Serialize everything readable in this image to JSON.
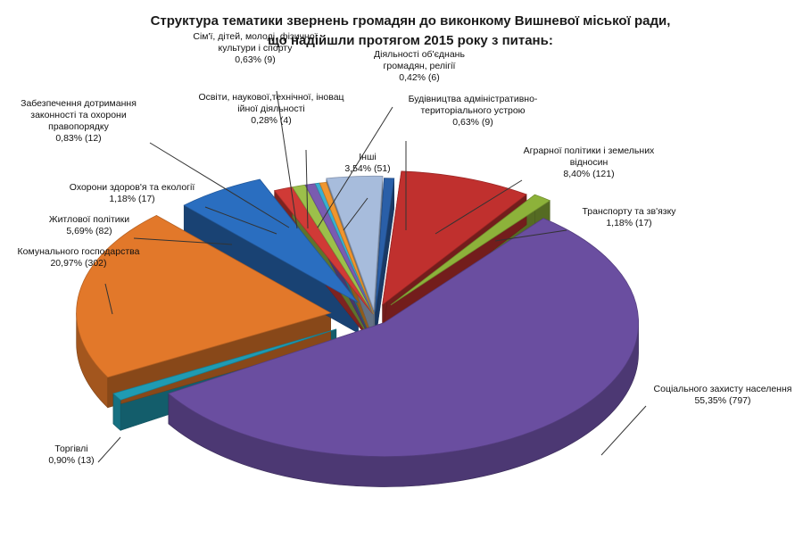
{
  "chart_data": {
    "type": "pie",
    "title": [
      "Структура тематики звернень громадян до виконкому Вишневої міської ради,",
      "що надійшли протягом 2015 року з питань:"
    ],
    "slices": [
      {
        "key": "budivnytstvo",
        "label": [
          "Будівництва адміністративно-",
          "територіального устрою"
        ],
        "value_text": "0,63% (9)",
        "percent": 0.63,
        "count": 9,
        "color": "#2a5fa8"
      },
      {
        "key": "ahrarna",
        "label": [
          "Аграрної політики і земельних",
          "відносин"
        ],
        "value_text": "8,40% (121)",
        "percent": 8.4,
        "count": 121,
        "color": "#c0302e"
      },
      {
        "key": "transport",
        "label": [
          "Транспорту та зв'язку"
        ],
        "value_text": "1,18% (17)",
        "percent": 1.18,
        "count": 17,
        "color": "#8db23a"
      },
      {
        "key": "sotsialnyi",
        "label": [
          "Соціального захисту населення"
        ],
        "value_text": "55,35% (797)",
        "percent": 55.35,
        "count": 797,
        "color": "#6a4ea0"
      },
      {
        "key": "torhivli",
        "label": [
          "Торгівлі"
        ],
        "value_text": "0,90% (13)",
        "percent": 0.9,
        "count": 13,
        "color": "#1f9bb3"
      },
      {
        "key": "komunalne",
        "label": [
          "Комунального господарства"
        ],
        "value_text": "20,97% (302)",
        "percent": 20.97,
        "count": 302,
        "color": "#e2782a"
      },
      {
        "key": "zhytlova",
        "label": [
          "Житлової політики"
        ],
        "value_text": "5,69% (82)",
        "percent": 5.69,
        "count": 82,
        "color": "#2a6ec0"
      },
      {
        "key": "okhorona_zdorovia",
        "label": [
          "Охорони здоров'я та екології"
        ],
        "value_text": "1,18% (17)",
        "percent": 1.18,
        "count": 17,
        "color": "#d03a36"
      },
      {
        "key": "zakonnist",
        "label": [
          "Забезпечення дотримання",
          "законності та охорони",
          "правопорядку"
        ],
        "value_text": "0,83% (12)",
        "percent": 0.83,
        "count": 12,
        "color": "#9cc04a"
      },
      {
        "key": "simi",
        "label": [
          "Сім'ї, дітей, молоді, фізичної",
          "культури і спорту"
        ],
        "value_text": "0,63% (9)",
        "percent": 0.63,
        "count": 9,
        "color": "#7a5bb0"
      },
      {
        "key": "osvity",
        "label": [
          "Освіти, наукової,технічної, іновац",
          "ійної діяльності"
        ],
        "value_text": "0,28% (4)",
        "percent": 0.28,
        "count": 4,
        "color": "#3aaed0"
      },
      {
        "key": "diialnosti",
        "label": [
          "Діяльності об'єднань",
          "громадян, релігії"
        ],
        "value_text": "0,42% (6)",
        "percent": 0.42,
        "count": 6,
        "color": "#f0962e"
      },
      {
        "key": "inshi",
        "label": [
          "Інші"
        ],
        "value_text": "3,54% (51)",
        "percent": 3.54,
        "count": 51,
        "color": "#a7bcdc"
      }
    ]
  }
}
